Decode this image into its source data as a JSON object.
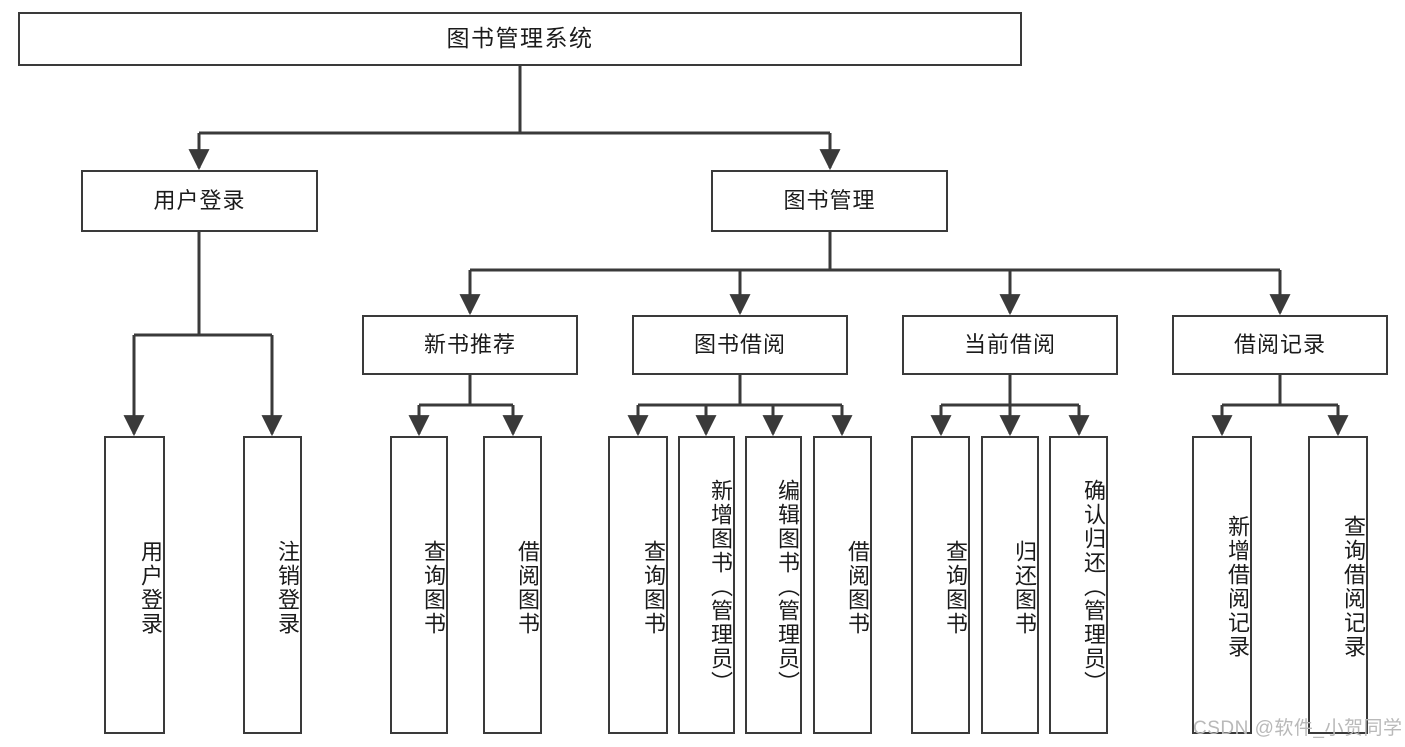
{
  "diagram": {
    "title": "图书管理系统",
    "type": "tree-hierarchy-chart",
    "stroke_color": "#3a3a3a",
    "fill_color": "#ffffff",
    "text_color": "#1b1b1b"
  },
  "root": {
    "label": "图书管理系统"
  },
  "level2": [
    {
      "label": "用户登录"
    },
    {
      "label": "图书管理"
    }
  ],
  "level3": [
    {
      "label": "新书推荐"
    },
    {
      "label": "图书借阅"
    },
    {
      "label": "当前借阅"
    },
    {
      "label": "借阅记录"
    }
  ],
  "leaves": {
    "user_login": [
      {
        "label": "用户登录"
      },
      {
        "label": "注销登录"
      }
    ],
    "new_book_recommend": [
      {
        "label": "查询图书"
      },
      {
        "label": "借阅图书"
      }
    ],
    "book_borrow": [
      {
        "label": "查询图书"
      },
      {
        "label": "新增图书（管理员）"
      },
      {
        "label": "编辑图书（管理员）"
      },
      {
        "label": "借阅图书"
      }
    ],
    "current_borrow": [
      {
        "label": "查询图书"
      },
      {
        "label": "归还图书"
      },
      {
        "label": "确认归还（管理员）"
      }
    ],
    "borrow_record": [
      {
        "label": "新增借阅记录"
      },
      {
        "label": "查询借阅记录"
      }
    ]
  },
  "watermark": {
    "text": "CSDN @软件_小贺同学"
  }
}
